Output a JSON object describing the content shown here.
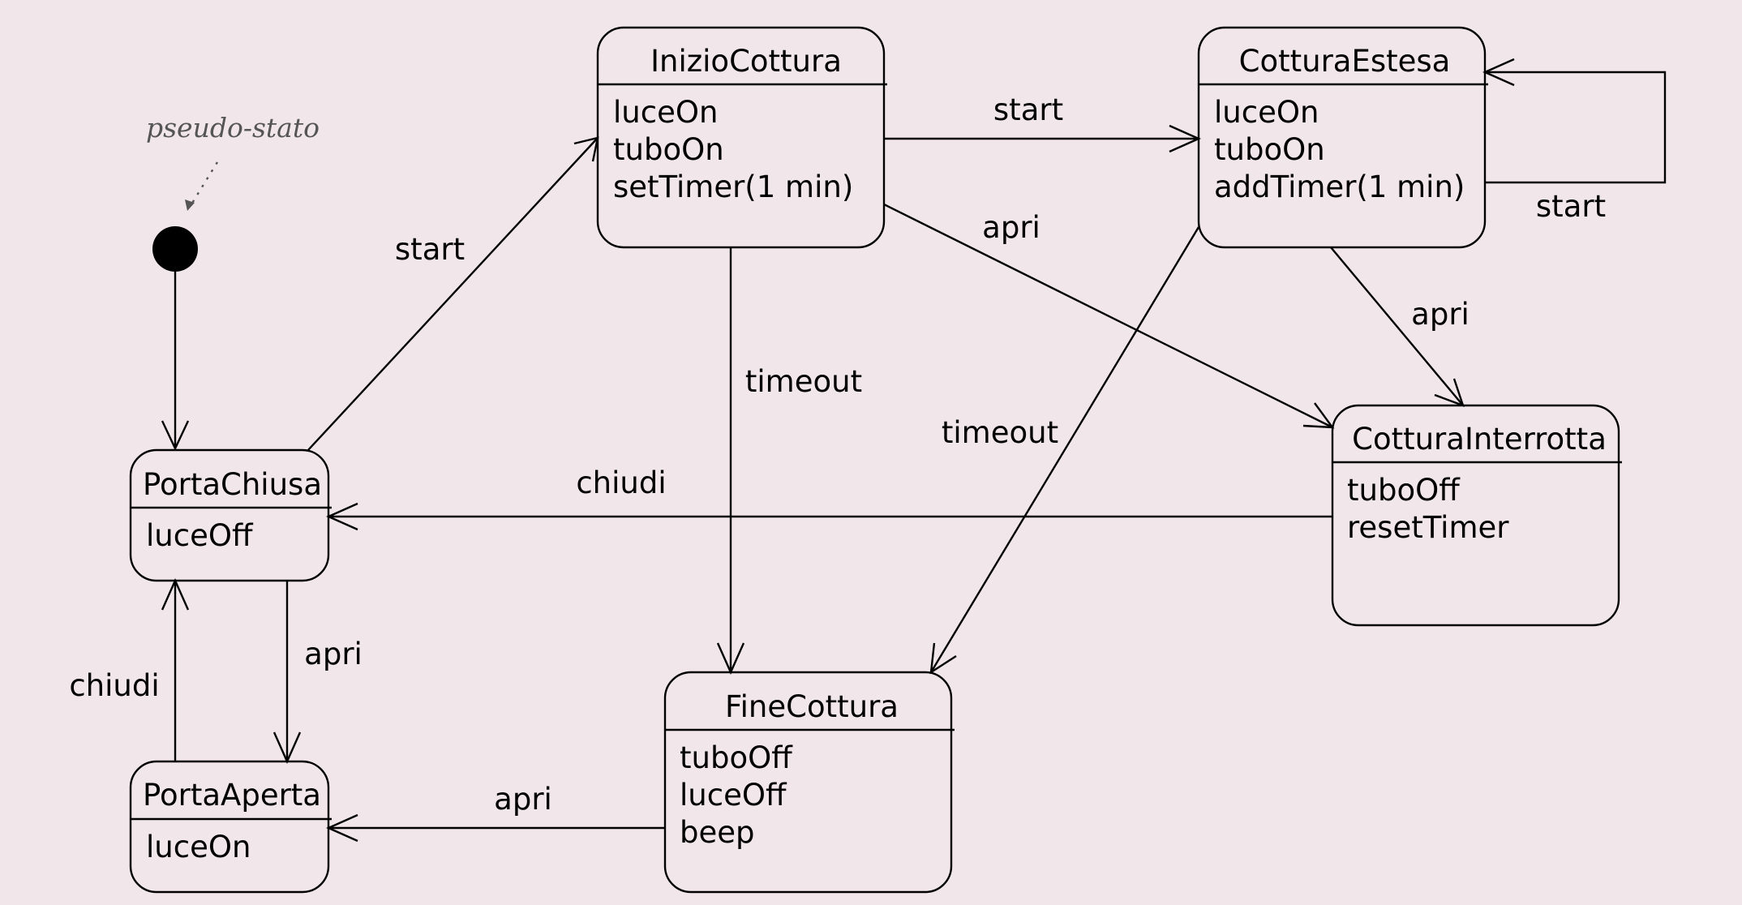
{
  "states": {
    "inizio": {
      "name": "InizioCottura",
      "actions": [
        "luceOn",
        "tuboOn",
        "setTimer(1 min)"
      ]
    },
    "estesa": {
      "name": "CotturaEstesa",
      "actions": [
        "luceOn",
        "tuboOn",
        "addTimer(1 min)"
      ]
    },
    "interrotta": {
      "name": "CotturaInterrotta",
      "actions": [
        "tuboOff",
        "resetTimer"
      ]
    },
    "chiusa": {
      "name": "PortaChiusa",
      "actions": [
        "luceOff"
      ]
    },
    "aperta": {
      "name": "PortaAperta",
      "actions": [
        "luceOn"
      ]
    },
    "fine": {
      "name": "FineCottura",
      "actions": [
        "tuboOff",
        "luceOff",
        "beep"
      ]
    }
  },
  "pseudo_state_label": "pseudo-stato",
  "transitions": {
    "chiusa_to_inizio": "start",
    "inizio_to_estesa": "start",
    "estesa_self": "start",
    "inizio_to_interrotta": "apri",
    "estesa_to_interrotta": "apri",
    "inizio_to_fine": "timeout",
    "estesa_to_fine": "timeout",
    "interrotta_to_chiusa": "chiudi",
    "chiusa_to_aperta": "apri",
    "aperta_to_chiusa": "chiudi",
    "fine_to_aperta": "apri"
  }
}
